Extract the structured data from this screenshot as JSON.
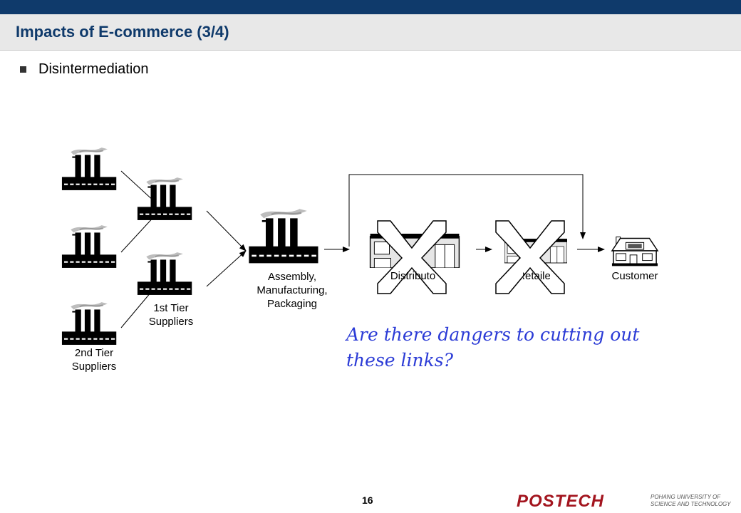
{
  "slide": {
    "title": "Impacts of E-commerce (3/4)",
    "bullet": "Disintermediation",
    "page_number": "16"
  },
  "diagram": {
    "labels": {
      "second_tier": "2nd Tier\nSuppliers",
      "first_tier": "1st Tier\nSuppliers",
      "assembly": "Assembly,\nManufacturing,\nPackaging",
      "distributor": "Distributor",
      "retailer": "Retailer",
      "customer": "Customer"
    },
    "question": "Are there dangers to cutting out these links?"
  },
  "footer": {
    "logo_text": "POSTECH",
    "university_line1": "POHANG UNIVERSITY OF",
    "university_line2": "SCIENCE AND TECHNOLOGY"
  },
  "colors": {
    "header_bar": "#0f3a6b",
    "question_text": "#2b3bd6"
  },
  "icons": [
    "factory-icon",
    "building-icon",
    "house-icon",
    "cross-icon"
  ]
}
